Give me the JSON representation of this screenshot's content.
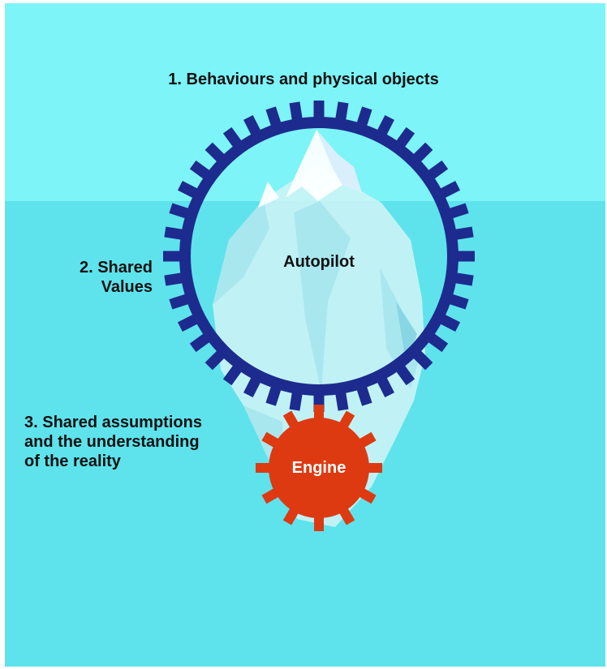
{
  "diagram": {
    "levels": [
      {
        "id": "level-1",
        "lines": [
          "1. Behaviours and physical objects"
        ]
      },
      {
        "id": "level-2",
        "lines": [
          "2. Shared",
          "Values"
        ]
      },
      {
        "id": "level-3",
        "lines": [
          "3. Shared assumptions",
          "and the understanding",
          "of the reality"
        ]
      }
    ],
    "gears": {
      "autopilot": {
        "label": "Autopilot",
        "teeth": 40,
        "color": "#1d2b8e"
      },
      "engine": {
        "label": "Engine",
        "teeth": 12,
        "color": "#dd3a12"
      }
    }
  },
  "colors": {
    "sky": "#7df4f7",
    "water": "#5ee3ec",
    "ice_light": "#c9f3f5",
    "ice_shade": "#a7e6ee",
    "ice_dark": "#85d5e2",
    "snow": "#ffffff",
    "snow_shade": "#d6eefc",
    "text": "#111111",
    "engine_text": "#ffffff"
  }
}
